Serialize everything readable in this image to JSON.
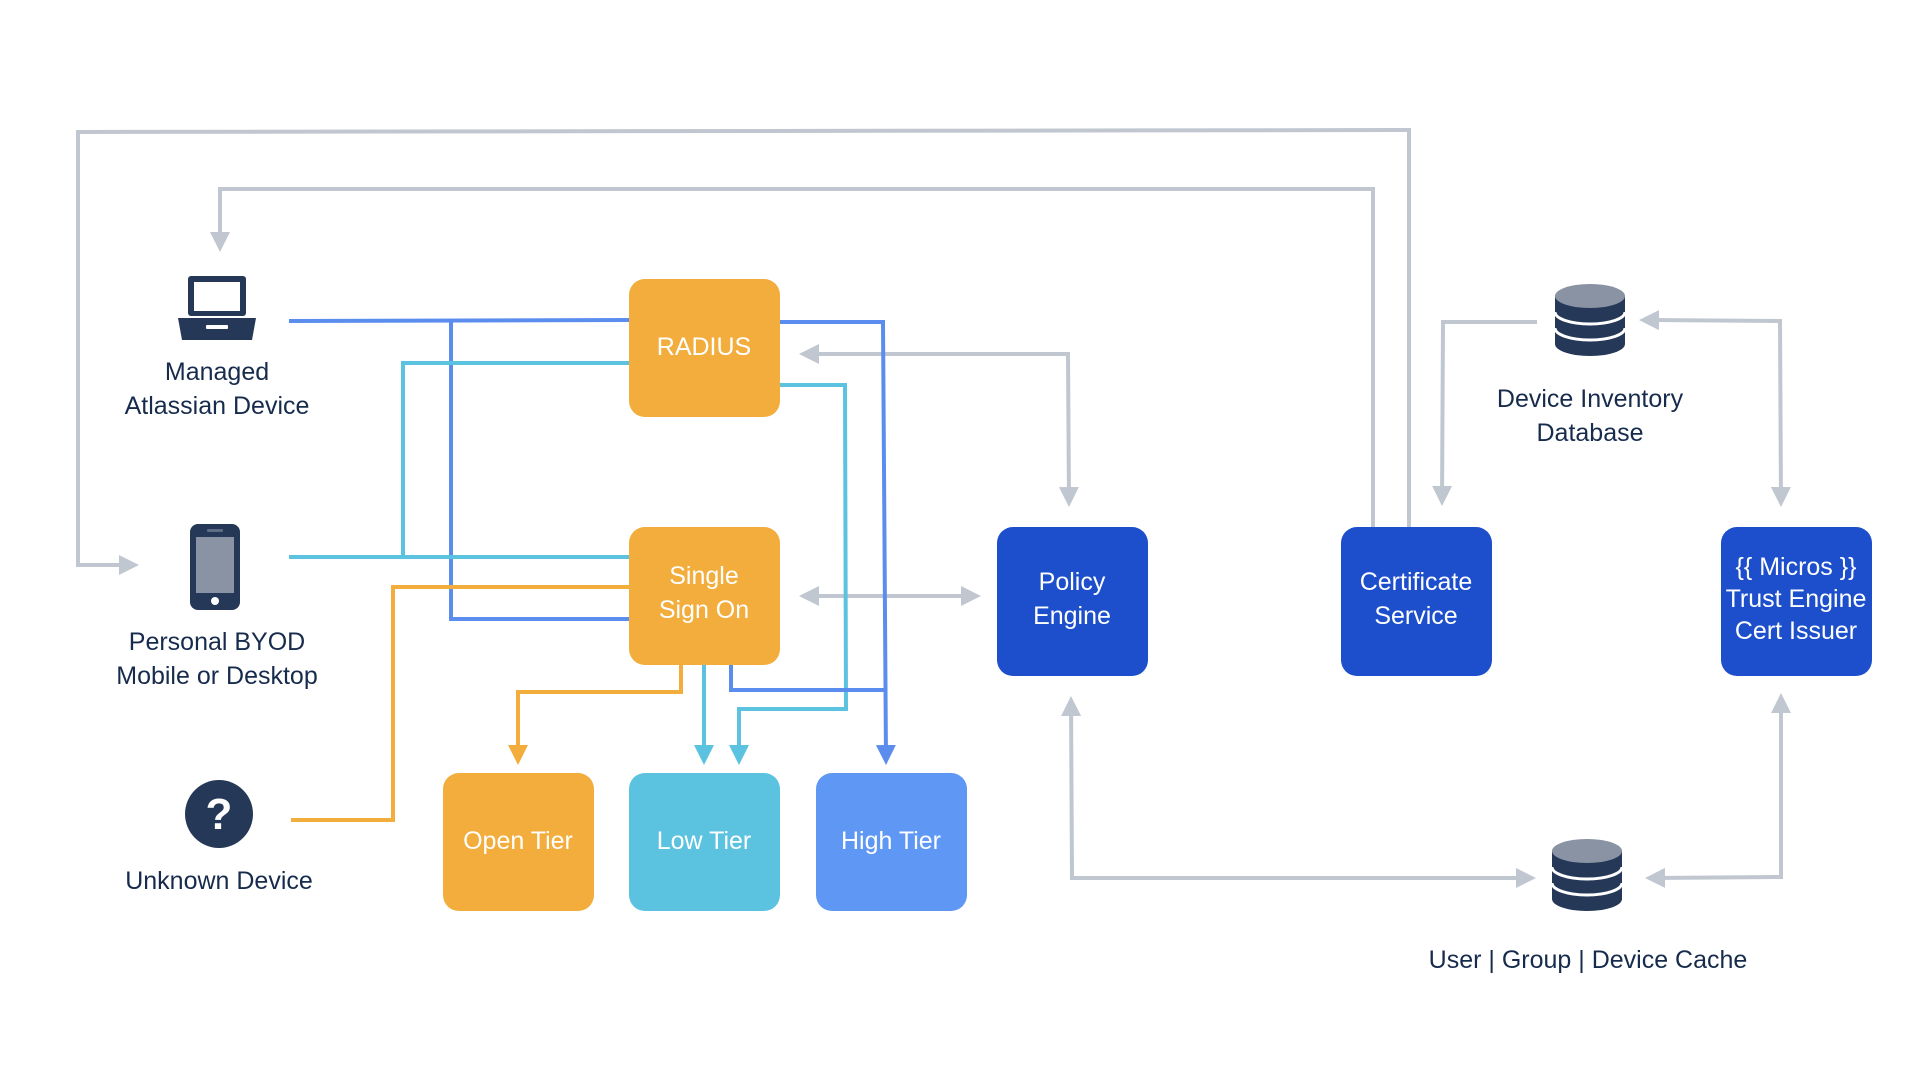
{
  "devices": {
    "managed": {
      "line1": "Managed",
      "line2": "Atlassian Device",
      "icon": "laptop-icon"
    },
    "byod": {
      "line1": "Personal BYOD",
      "line2": "Mobile or Desktop",
      "icon": "phone-icon"
    },
    "unknown": {
      "line1": "Unknown Device",
      "icon": "question-mark-icon",
      "glyph": "?"
    }
  },
  "nodes": {
    "radius": {
      "label": "RADIUS",
      "color": "#f2ad3c"
    },
    "sso": {
      "line1": "Single",
      "line2": "Sign On",
      "color": "#f2ad3c"
    },
    "open_tier": {
      "label": "Open Tier",
      "color": "#f2ad3c"
    },
    "low_tier": {
      "label": "Low Tier",
      "color": "#5bc3e0"
    },
    "high_tier": {
      "label": "High Tier",
      "color": "#5f97f5"
    },
    "policy_engine": {
      "line1": "Policy",
      "line2": "Engine",
      "color": "#1d4fcc"
    },
    "certificate_service": {
      "line1": "Certificate",
      "line2": "Service",
      "color": "#1d4fcc"
    },
    "micros": {
      "line1": "{{ Micros }}",
      "line2": "Trust Engine",
      "line3": "Cert Issuer",
      "color": "#1d4fcc"
    }
  },
  "databases": {
    "device_inventory": {
      "line1": "Device Inventory",
      "line2": "Database",
      "icon": "database-icon"
    },
    "cache": {
      "label": "User | Group | Device Cache",
      "icon": "database-icon"
    }
  },
  "colors": {
    "connector_gray": "#c1c7d0",
    "connector_blue": "#5b8def",
    "connector_cyan": "#5bc3e0",
    "connector_orange": "#f2ad3c",
    "text_dark": "#172b4d",
    "icon_dark": "#253858"
  }
}
